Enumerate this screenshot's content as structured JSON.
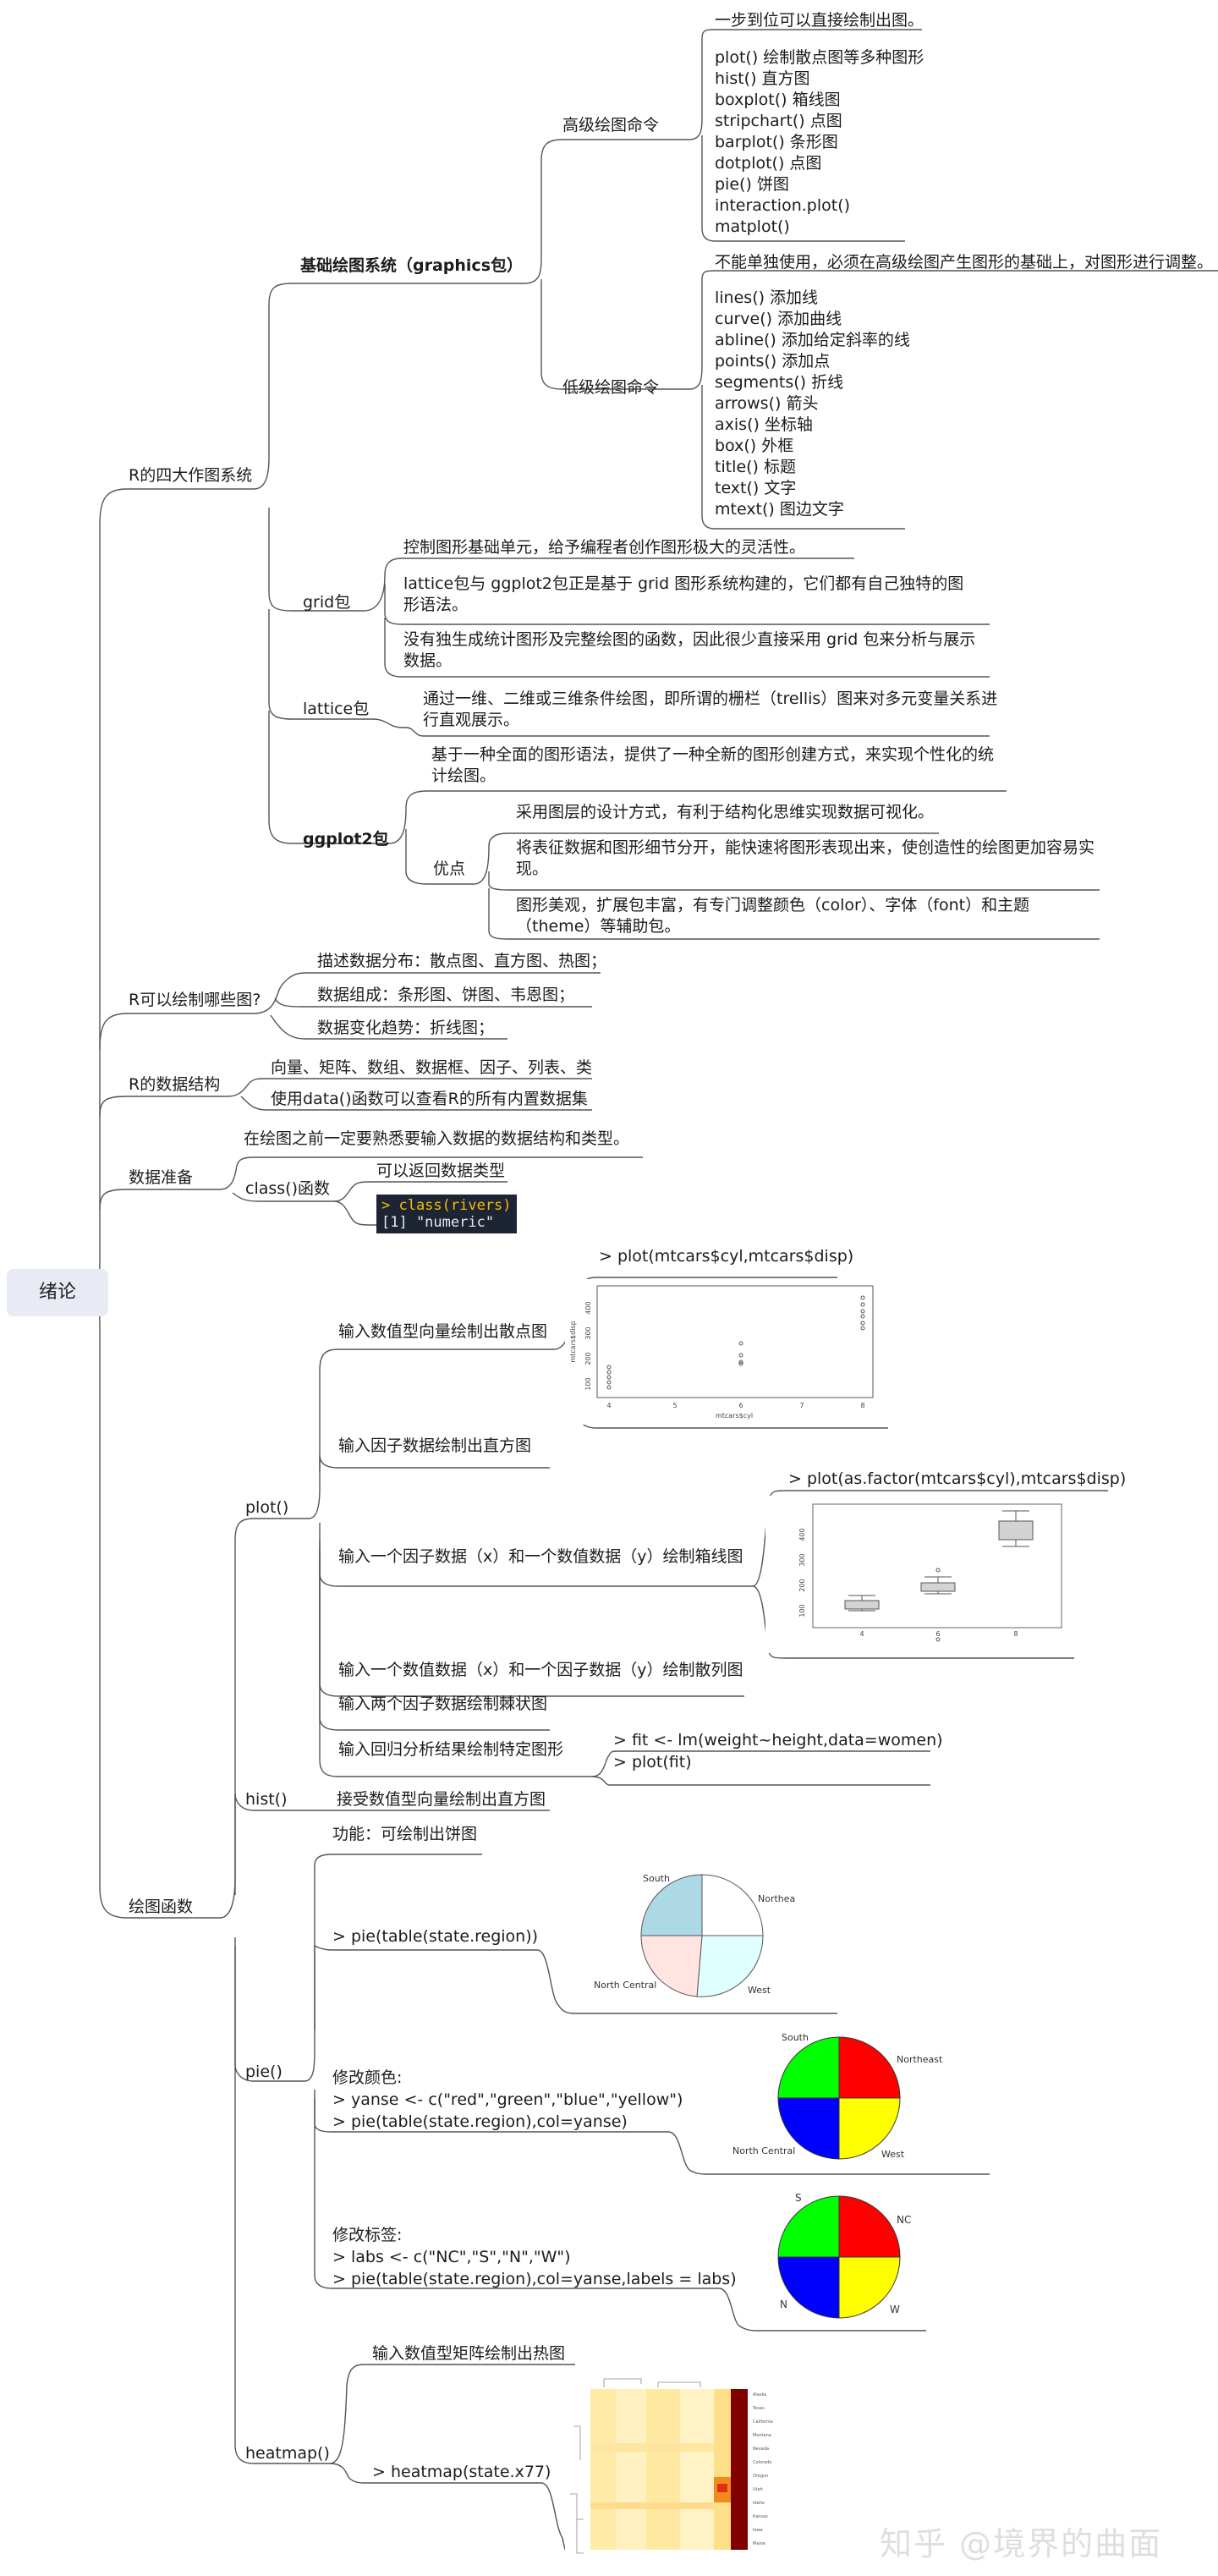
{
  "root": "绪论",
  "b1": {
    "label": "R的四大作图系统",
    "graphics": {
      "label": "基础绘图系统（graphics包）",
      "high": {
        "label": "高级绘图命令",
        "note": "一步到位可以直接绘制出图。",
        "items": [
          "plot() 绘制散点图等多种图形",
          "hist() 直方图",
          "boxplot() 箱线图",
          "stripchart() 点图",
          "barplot() 条形图",
          "dotplot() 点图",
          "pie() 饼图",
          "interaction.plot()",
          "matplot()"
        ]
      },
      "low": {
        "label": "低级绘图命令",
        "note": "不能单独使用，必须在高级绘图产生图形的基础上，对图形进行调整。",
        "items": [
          "lines() 添加线",
          "curve() 添加曲线",
          "abline() 添加给定斜率的线",
          "points() 添加点",
          "segments() 折线",
          "arrows() 箭头",
          "axis() 坐标轴",
          "box() 外框",
          "title() 标题",
          "text() 文字",
          "mtext() 图边文字"
        ]
      }
    },
    "grid": {
      "label": "grid包",
      "items": [
        "控制图形基础单元，给予编程者创作图形极大的灵活性。",
        "lattice包与 ggplot2包正是基于 grid 图形系统构建的，它们都有自己独特的图形语法。",
        "没有独生成统计图形及完整绘图的函数，因此很少直接采用 grid 包来分析与展示数据。"
      ]
    },
    "lattice": {
      "label": "lattice包",
      "text": "通过一维、二维或三维条件绘图，即所谓的栅栏（trellis）图来对多元变量关系进行直观展示。"
    },
    "ggplot2": {
      "label": "ggplot2包",
      "text": "基于一种全面的图形语法，提供了一种全新的图形创建方式，来实现个性化的统计绘图。",
      "adv": {
        "label": "优点",
        "items": [
          "采用图层的设计方式，有利于结构化思维实现数据可视化。",
          "将表征数据和图形细节分开，能快速将图形表现出来，使创造性的绘图更加容易实现。",
          "图形美观，扩展包丰富，有专门调整颜色（color）、字体（font）和主题（theme）等辅助包。"
        ]
      }
    }
  },
  "b2": {
    "label": "R可以绘制哪些图?",
    "items": [
      "描述数据分布：散点图、直方图、热图；",
      "数据组成：条形图、饼图、韦恩图；",
      "数据变化趋势：折线图；"
    ]
  },
  "b3": {
    "label": "R的数据结构",
    "items": [
      "向量、矩阵、数组、数据框、因子、列表、类",
      "使用data()函数可以查看R的所有内置数据集"
    ]
  },
  "b4": {
    "label": "数据准备",
    "note": "在绘图之前一定要熟悉要输入数据的数据结构和类型。",
    "class": {
      "label": "class()函数",
      "note": "可以返回数据类型",
      "code1": "> class(rivers)",
      "code2": "[1] \"numeric\""
    }
  },
  "b5": {
    "label": "绘图函数",
    "plot": {
      "label": "plot()",
      "items": [
        {
          "label": "输入数值型向量绘制出散点图",
          "cmd": "> plot(mtcars$cyl,mtcars$disp)"
        },
        {
          "label": "输入因子数据绘制出直方图"
        },
        {
          "label": "输入一个因子数据（x）和一个数值数据（y）绘制箱线图",
          "cmd": "> plot(as.factor(mtcars$cyl),mtcars$disp)"
        },
        {
          "label": "输入一个数值数据（x）和一个因子数据（y）绘制散列图"
        },
        {
          "label": "输入两个因子数据绘制棘状图"
        },
        {
          "label": "输入回归分析结果绘制特定图形",
          "cmd1": "> fit <- lm(weight~height,data=women)",
          "cmd2": "> plot(fit)"
        }
      ]
    },
    "hist": {
      "label": "hist()",
      "text": "接受数值型向量绘制出直方图"
    },
    "pie": {
      "label": "pie()",
      "func": "功能：可绘制出饼图",
      "cmd": "> pie(table(state.region))",
      "color_lines": [
        "修改颜色:",
        "> yanse <- c(\"red\",\"green\",\"blue\",\"yellow\")",
        "> pie(table(state.region),col=yanse)"
      ],
      "label_lines": [
        "修改标签:",
        "> labs <- c(\"NC\",\"S\",\"N\",\"W\")",
        "> pie(table(state.region),col=yanse,labels = labs)"
      ],
      "region_labels": [
        "South",
        "Northeast",
        "North Central",
        "West"
      ],
      "short_labels": [
        "S",
        "NC",
        "N",
        "W"
      ]
    },
    "heatmap": {
      "label": "heatmap()",
      "text": "输入数值型矩阵绘制出热图",
      "cmd": "> heatmap(state.x77)"
    }
  },
  "plots": {
    "scatter_xlabel": "mtcars$cyl",
    "scatter_ylabel": "mtcars$disp",
    "scatter_xticks": [
      "4",
      "5",
      "6",
      "7",
      "8"
    ],
    "scatter_yticks": [
      "100",
      "200",
      "300",
      "400"
    ],
    "box_xticks": [
      "4",
      "6",
      "8"
    ],
    "box_yticks": [
      "100",
      "200",
      "300",
      "400"
    ]
  },
  "colors": {
    "line": "#555555",
    "root_bg": "#e8ebf4",
    "code_bg": "#1d2433"
  },
  "watermark": "知乎 @境界的曲面"
}
